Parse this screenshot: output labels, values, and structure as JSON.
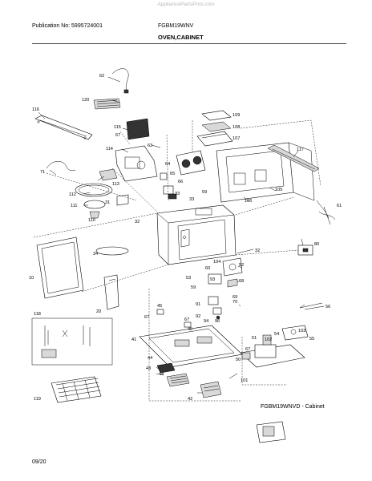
{
  "watermark": "AppliancePartsPros.com",
  "header": {
    "publication": "Publication No: 5995724001",
    "model": "FGBM19WNV",
    "section_title": "OVEN,CABINET"
  },
  "diagram_caption": "FGBM19WNVD - Cabinet",
  "footer_date": "09/20",
  "callouts": {
    "p10": "10",
    "p20": "20",
    "p31": "31",
    "p32a": "32",
    "p32b": "32",
    "p33a": "33",
    "p33b": "33",
    "p34": "34",
    "p41": "41",
    "p42": "42",
    "p43": "43",
    "p44a": "44",
    "p44b": "44",
    "p45a": "45",
    "p45b": "45",
    "p50": "50",
    "p51": "51",
    "p52": "52",
    "p53": "53",
    "p54": "54",
    "p55": "55",
    "p56": "56",
    "p59": "59",
    "p60": "60",
    "p61": "61",
    "p62": "62",
    "p63": "63",
    "p64": "64",
    "p65": "65",
    "p66": "66",
    "p67a": "67",
    "p67b": "67",
    "p67c": "67",
    "p67d": "67",
    "p68": "68",
    "p69": "69",
    "p70": "70",
    "p71": "71",
    "p80": "80",
    "p91": "91",
    "p92": "92",
    "p93": "93",
    "p94": "94",
    "p96": "96",
    "p101": "101",
    "p102": "102",
    "p103": "103",
    "p104": "104",
    "p105": "105",
    "p106": "106",
    "p107": "107",
    "p108": "108",
    "p109": "109",
    "p110": "110",
    "p111": "111",
    "p112": "112",
    "p113": "113",
    "p114": "114",
    "p115": "115",
    "p116": "116",
    "p117": "117",
    "p118": "118",
    "p119": "119",
    "p120": "120"
  }
}
